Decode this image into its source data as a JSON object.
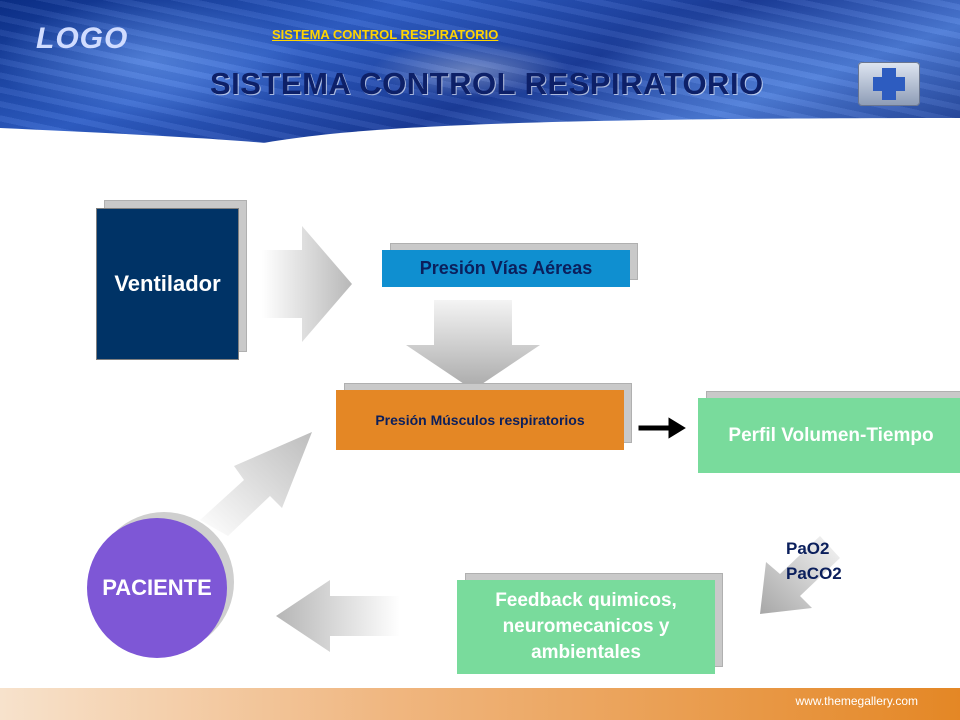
{
  "header": {
    "logo_text": "LOGO",
    "top_title": "SISTEMA CONTROL RESPIRATORIO",
    "main_title": "SISTEMA CONTROL RESPIRATORIO",
    "badge_icon": "medical-cross-icon"
  },
  "diagram": {
    "ventilador": "Ventilador",
    "presion_vias": "Presión Vías Aéreas",
    "presion_musculos": "Presión Músculos respiratorios",
    "perfil": "Perfil Volumen-Tiempo",
    "feedback": "Feedback quimicos,\nneuromecanicos y\nambientales",
    "paciente": "PACIENTE",
    "gases": [
      "PaO2",
      "PaCO2"
    ],
    "arrows": [
      "arrow-right-icon",
      "arrow-down-icon",
      "arrow-up-right-icon",
      "arrow-right-small-icon",
      "arrow-down-left-icon",
      "arrow-left-icon"
    ]
  },
  "footer": {
    "url": "www.themegallery.com"
  },
  "colors": {
    "ventilador": "#003366",
    "presion_vias": "#0f8fd0",
    "presion_musculos": "#e48725",
    "feedback": "#79db9c",
    "paciente": "#7e57d6",
    "title": "#0d2068",
    "top_title": "#ffd400"
  }
}
